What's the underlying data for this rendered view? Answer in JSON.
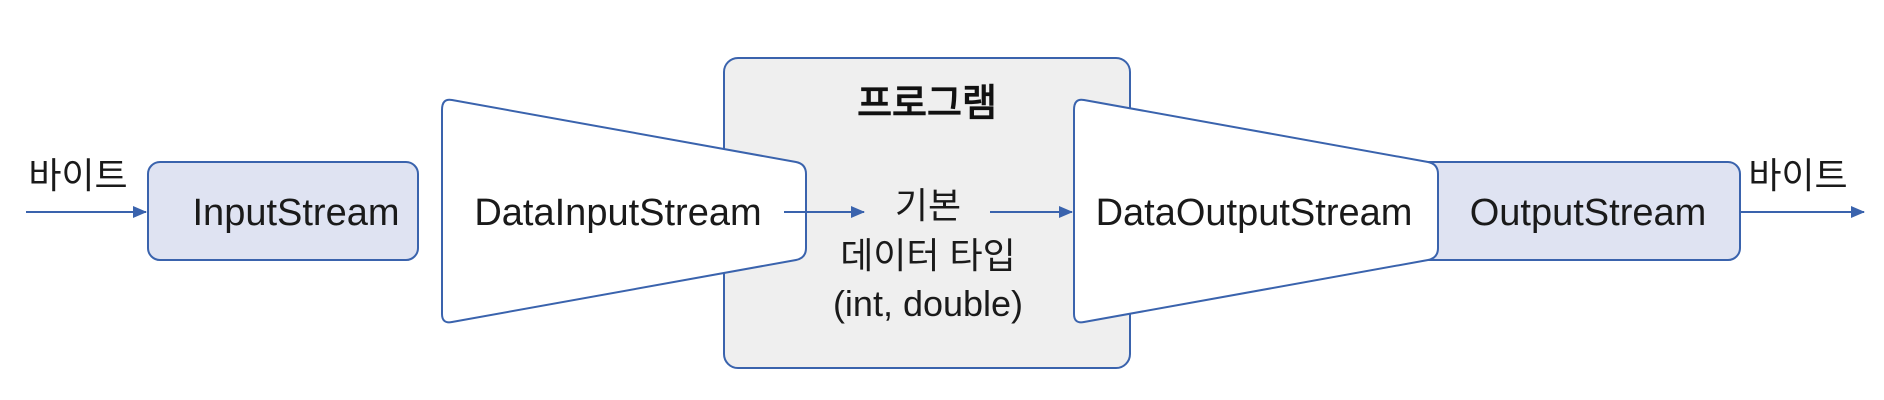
{
  "diagram": {
    "colors": {
      "stroke": "#3a63ad",
      "stream_fill": "#dfe3f2",
      "program_fill": "#efefef",
      "filter_fill": "#ffffff",
      "text": "#1a1a1a"
    },
    "program_title": "프로그램",
    "left_byte_label": "바이트",
    "right_byte_label": "바이트",
    "input_stream": "InputStream",
    "data_input_stream": "DataInputStream",
    "center_label": {
      "line1": "기본",
      "line2": "데이터 타입",
      "line3": "(int, double)"
    },
    "data_output_stream": "DataOutputStream",
    "output_stream": "OutputStream"
  }
}
